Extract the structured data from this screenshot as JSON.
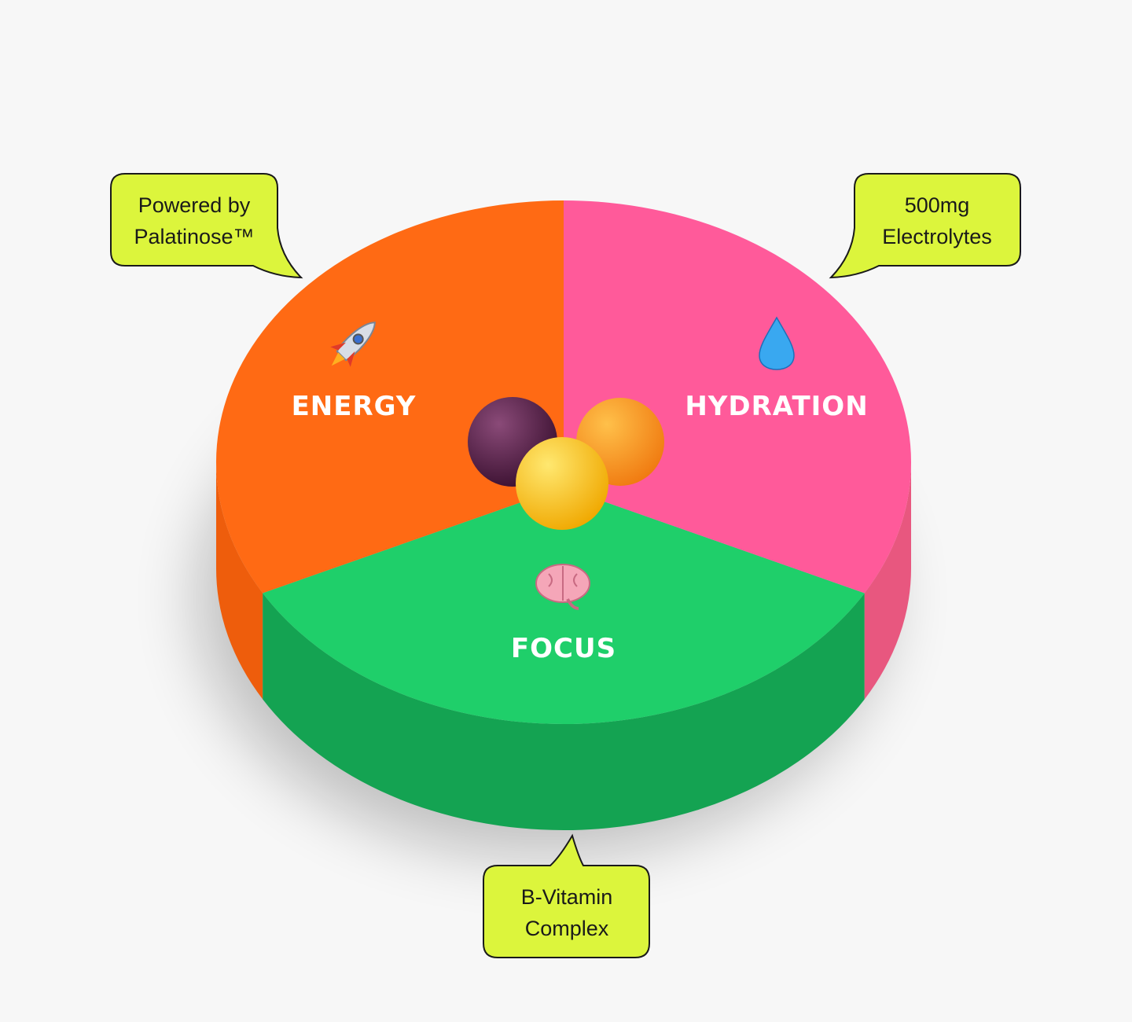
{
  "chart_data": {
    "type": "pie",
    "style": "3d",
    "categories": [
      "ENERGY",
      "FOCUS",
      "HYDRATION"
    ],
    "values": [
      33.3,
      33.3,
      33.3
    ],
    "colors": {
      "top": [
        "#ff6a14",
        "#1fcf6a",
        "#ff5a9a"
      ],
      "side": [
        "#ee5d0c",
        "#14a352",
        "#e8577f"
      ]
    },
    "icons": [
      "rocket-icon",
      "brain-icon",
      "droplet-icon"
    ],
    "callouts": [
      {
        "line1": "Powered by",
        "line2": "Palatinose™"
      },
      {
        "line1": "B-Vitamin",
        "line2": "Complex"
      },
      {
        "line1": "500mg",
        "line2": "Electrolytes"
      }
    ],
    "callout_color": "#dcf53c"
  }
}
